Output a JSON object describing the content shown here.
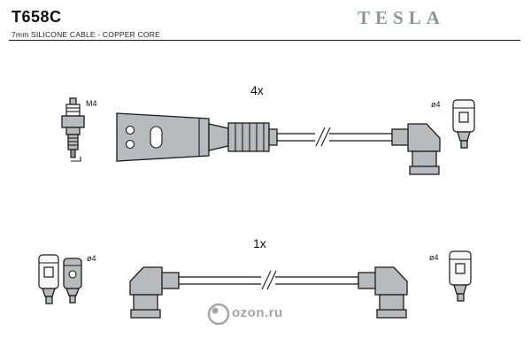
{
  "header": {
    "part_number": "T658C",
    "subtitle": "7mm SILICONE CABLE - COPPER CORE",
    "brand": "TESLA"
  },
  "cables": {
    "row1": {
      "quantity": "4x",
      "plug_thread_label": "M4",
      "terminal_diameter_label": "ø4"
    },
    "row2": {
      "quantity": "1x",
      "left_terminal_diameter_label": "ø4",
      "right_terminal_diameter_label": "ø4"
    }
  },
  "watermark": {
    "text": "ozon.ru"
  },
  "colors": {
    "ink": "#1b1b1b",
    "part_gray": "#b7bbbe",
    "brand_gray": "#8e9598",
    "watermark_gray": "#a6a6a6"
  }
}
